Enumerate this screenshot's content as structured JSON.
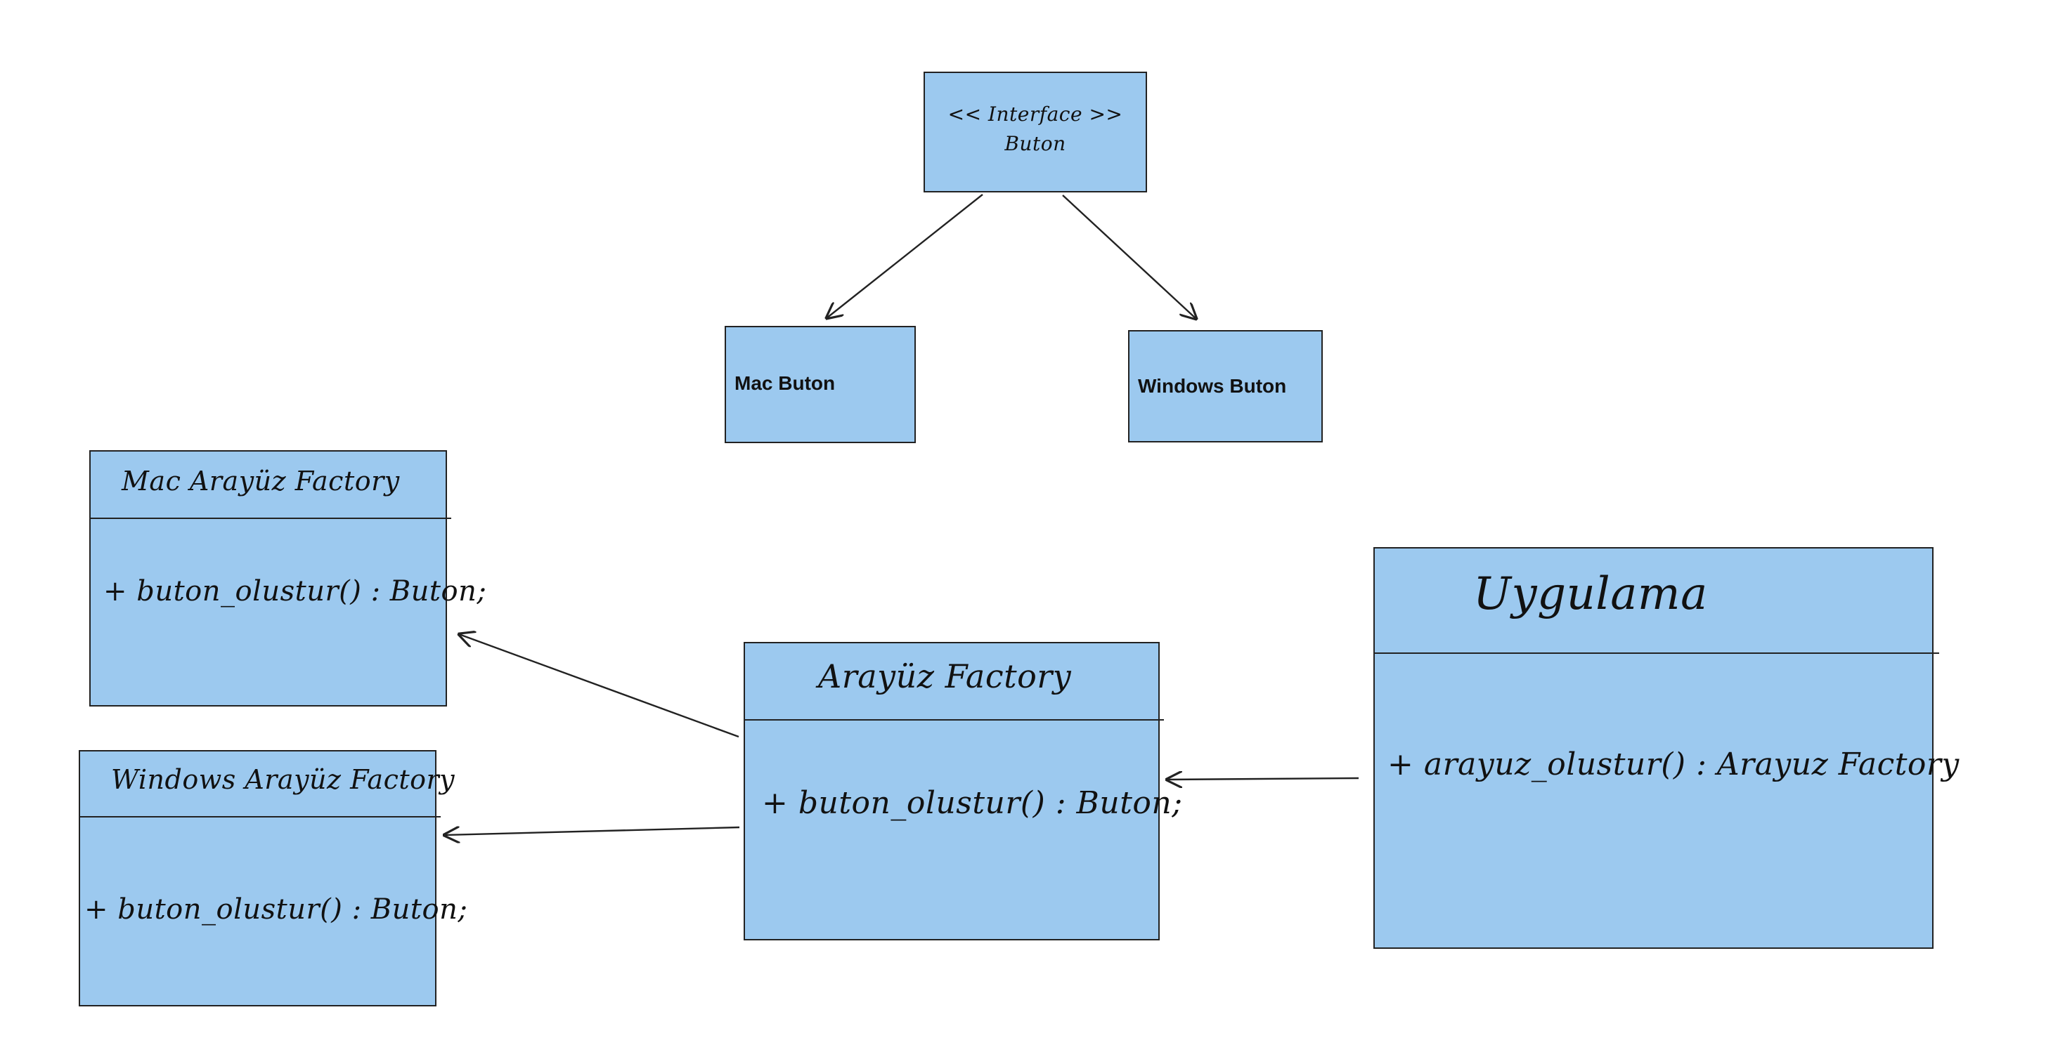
{
  "diagram": {
    "interface": {
      "stereotype": "<< Interface >>",
      "name": "Buton"
    },
    "concrete_buttons": [
      {
        "name": "Mac Buton"
      },
      {
        "name": "Windows Buton"
      }
    ],
    "factories": {
      "mac": {
        "name": "Mac Arayüz Factory",
        "method": "+ buton_olustur() : Buton;"
      },
      "windows": {
        "name": "Windows Arayüz Factory",
        "method": "+ buton_olustur() : Buton;"
      },
      "abstract": {
        "name": "Arayüz Factory",
        "method": "+ buton_olustur() : Buton;"
      }
    },
    "application": {
      "name": "Uygulama",
      "method": "+ arayuz_olustur() : Arayuz Factory"
    }
  },
  "colors": {
    "box_fill": "#9cc9ef",
    "border": "#222222",
    "text": "#111111",
    "background": "#ffffff"
  }
}
